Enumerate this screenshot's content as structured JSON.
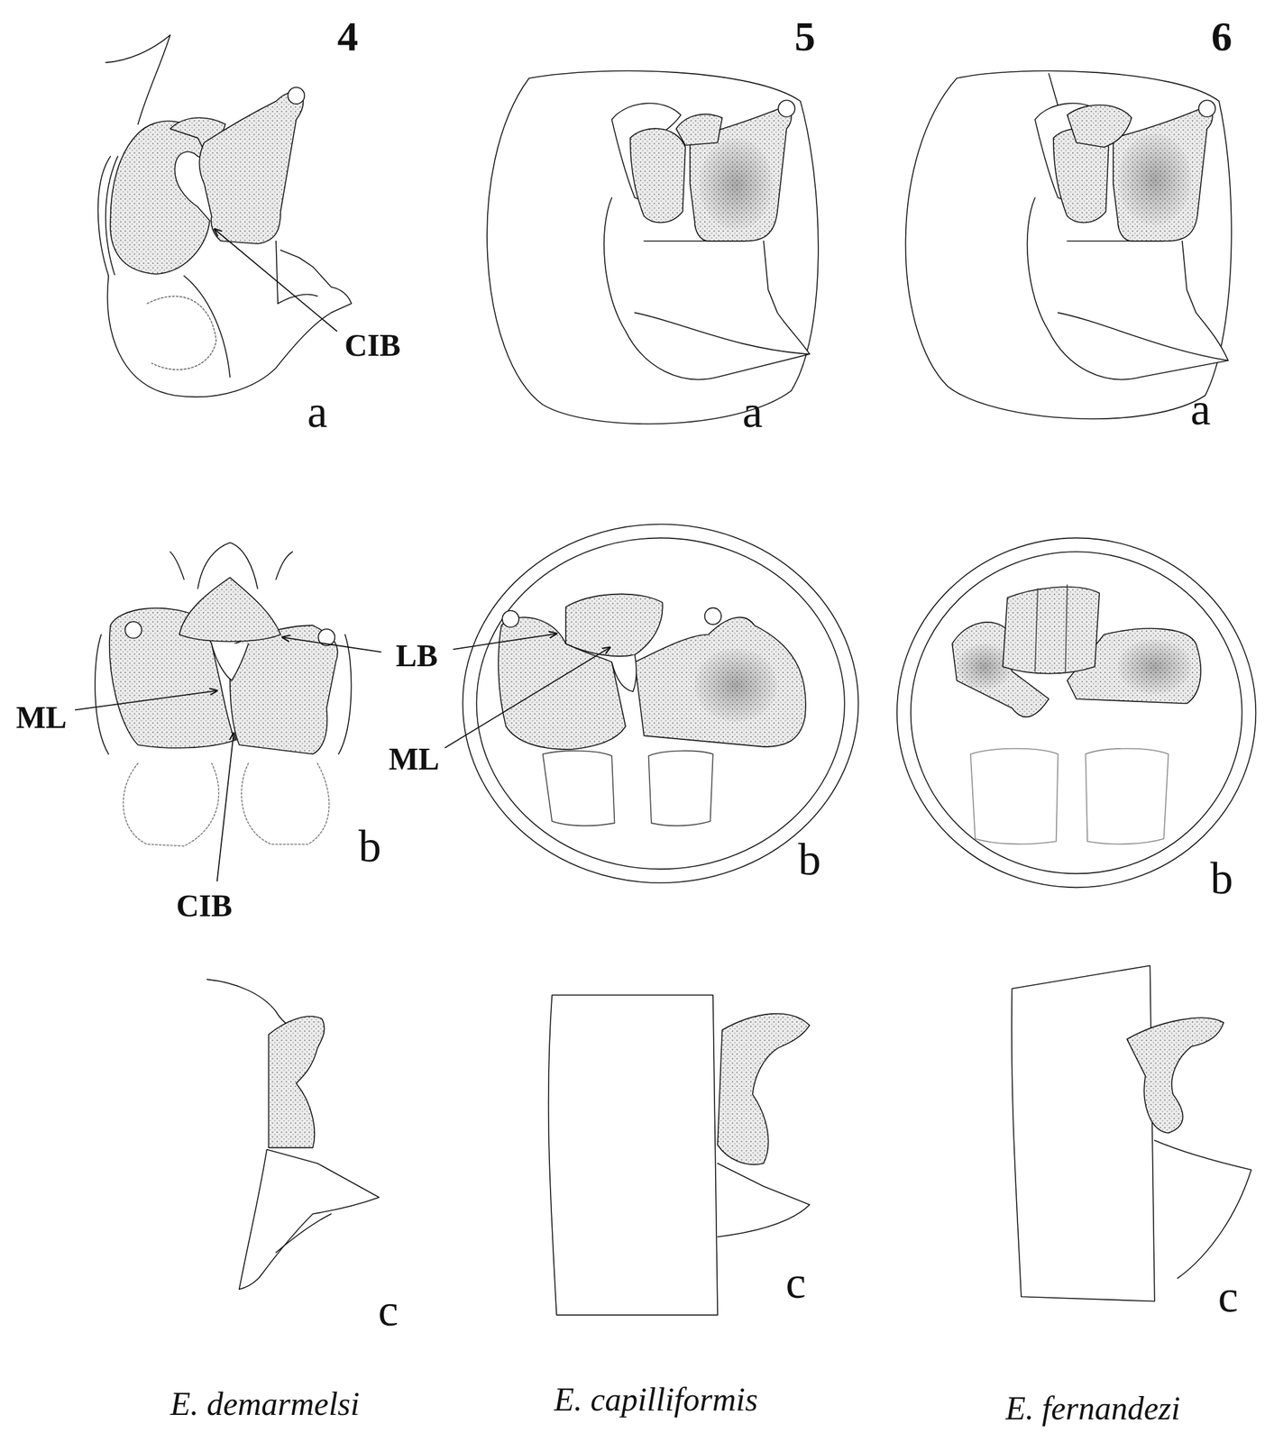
{
  "diagram": {
    "labels": [
      "4",
      "5",
      "6",
      "CIB",
      "a",
      "a",
      "a",
      "LB",
      "ML",
      "ML",
      "b",
      "b",
      "b",
      "CIB",
      "c",
      "c",
      "c",
      "E. demarmelsi",
      "E. capilliformis",
      "E. fernandezi"
    ]
  }
}
